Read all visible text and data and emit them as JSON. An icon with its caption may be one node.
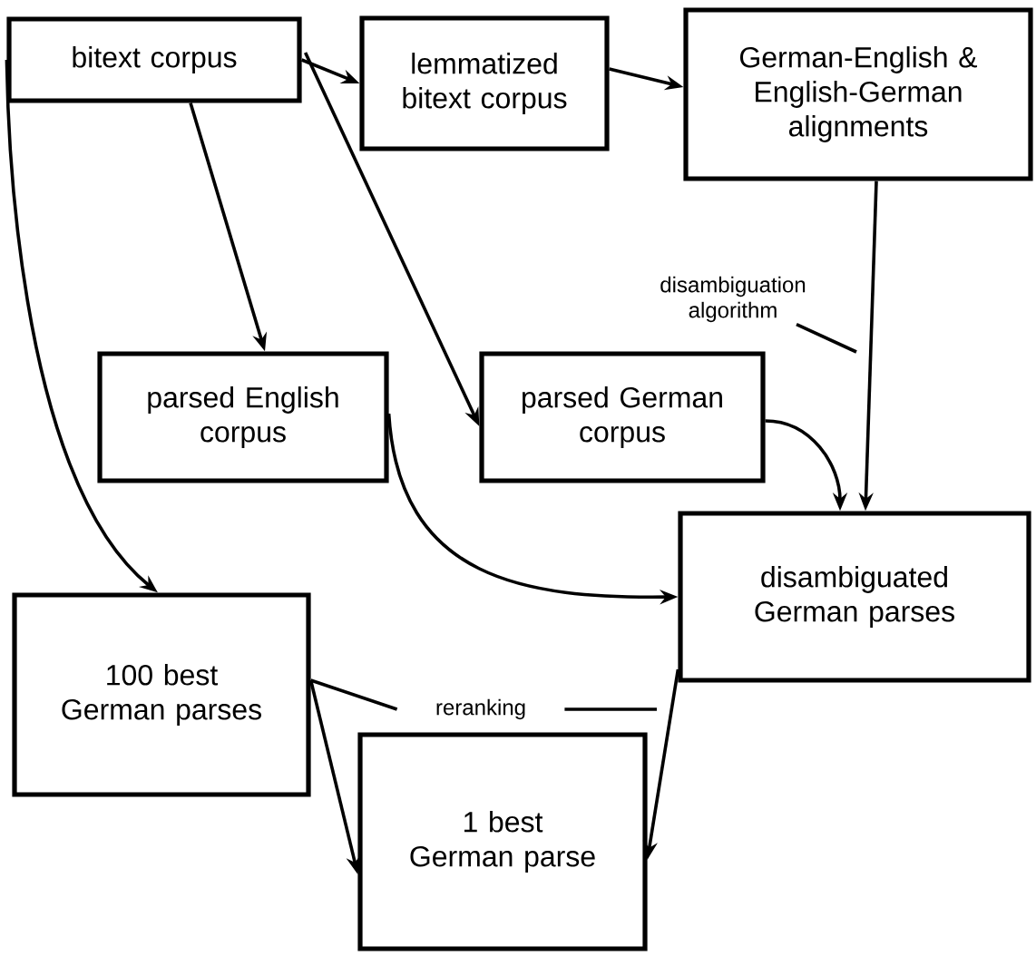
{
  "diagram": {
    "nodes": [
      {
        "text": [
          "bitext corpus"
        ]
      },
      {
        "text": [
          "lemmatized bitext corpus"
        ]
      },
      {
        "text": [
          "German-English & English-German alignments"
        ]
      },
      {
        "text": [
          "parsed English corpus"
        ]
      },
      {
        "text": [
          "parsed German corpus"
        ]
      },
      {
        "text": [
          "disambiguated German parses"
        ]
      },
      {
        "text": [
          "100 best German parses"
        ]
      },
      {
        "text": [
          "1 best German parse"
        ]
      },
      {
        "text": [
          "disambiguation algorithm"
        ]
      },
      {
        "text": [
          "reranking"
        ]
      }
    ],
    "edges": [
      {
        "from": 0,
        "to": 1,
        "arrow": "to"
      },
      {
        "from": 1,
        "to": 2,
        "arrow": "to"
      },
      {
        "from": 0,
        "to": 3,
        "arrow": "to"
      },
      {
        "from": 0,
        "to": 4,
        "arrow": "to"
      },
      {
        "from": 0,
        "to": 6,
        "arrow": "to"
      },
      {
        "from": 2,
        "to": 5,
        "arrow": "to"
      },
      {
        "from": 4,
        "to": 5,
        "arrow": "to"
      },
      {
        "from": 3,
        "to": 5,
        "arrow": "to"
      },
      {
        "from": 6,
        "to": 7,
        "arrow": "to"
      },
      {
        "from": 5,
        "to": 7,
        "arrow": "to"
      },
      {
        "from": 8,
        "to": null,
        "arrow": "none"
      },
      {
        "from": 9,
        "to": 6,
        "arrow": "none"
      },
      {
        "from": 9,
        "to": null,
        "arrow": "none"
      }
    ]
  }
}
